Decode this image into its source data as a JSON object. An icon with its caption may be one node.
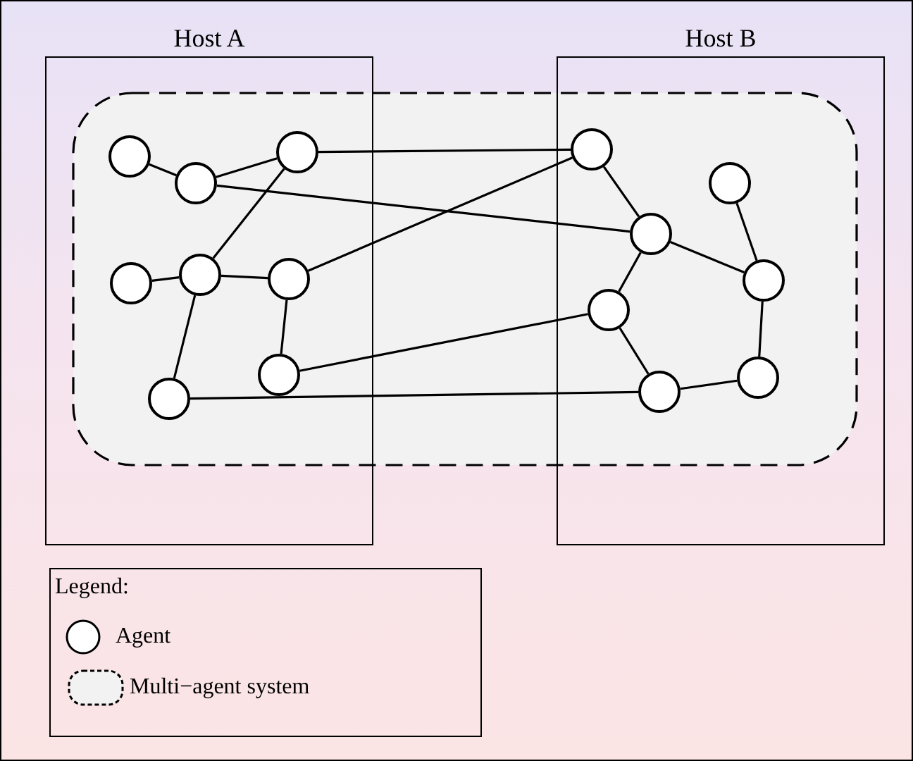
{
  "diagram": {
    "nodes": [
      {
        "text": [
          "Host A"
        ]
      },
      {
        "text": [
          "Host B"
        ]
      },
      {
        "text": [],
        "shape": "circle",
        "in": 0
      },
      {
        "text": [],
        "shape": "circle",
        "in": 0
      },
      {
        "text": [],
        "shape": "circle",
        "in": 0
      },
      {
        "text": [],
        "shape": "circle",
        "in": 0
      },
      {
        "text": [],
        "shape": "circle",
        "in": 0
      },
      {
        "text": [],
        "shape": "circle",
        "in": 0
      },
      {
        "text": [],
        "shape": "circle",
        "in": 0
      },
      {
        "text": [],
        "shape": "circle",
        "in": 0
      },
      {
        "text": [],
        "shape": "circle",
        "in": 1
      },
      {
        "text": [],
        "shape": "circle",
        "in": 1
      },
      {
        "text": [],
        "shape": "circle",
        "in": 1
      },
      {
        "text": [],
        "shape": "circle",
        "in": 1
      },
      {
        "text": [],
        "shape": "circle",
        "in": 1
      },
      {
        "text": [],
        "shape": "circle",
        "in": 1
      },
      {
        "text": [],
        "shape": "circle",
        "in": 1
      }
    ],
    "edges": [
      {
        "from": 2,
        "to": 3,
        "arrow": "none"
      },
      {
        "from": 3,
        "to": 4,
        "arrow": "none"
      },
      {
        "from": 4,
        "to": 10,
        "arrow": "none"
      },
      {
        "from": 3,
        "to": 12,
        "arrow": "none"
      },
      {
        "from": 4,
        "to": 6,
        "arrow": "none"
      },
      {
        "from": 5,
        "to": 6,
        "arrow": "none"
      },
      {
        "from": 6,
        "to": 7,
        "arrow": "none"
      },
      {
        "from": 7,
        "to": 10,
        "arrow": "none"
      },
      {
        "from": 6,
        "to": 8,
        "arrow": "none"
      },
      {
        "from": 7,
        "to": 9,
        "arrow": "none"
      },
      {
        "from": 9,
        "to": 14,
        "arrow": "none"
      },
      {
        "from": 8,
        "to": 15,
        "arrow": "none"
      },
      {
        "from": 10,
        "to": 12,
        "arrow": "none"
      },
      {
        "from": 12,
        "to": 14,
        "arrow": "none"
      },
      {
        "from": 12,
        "to": 13,
        "arrow": "none"
      },
      {
        "from": 11,
        "to": 13,
        "arrow": "none"
      },
      {
        "from": 14,
        "to": 15,
        "arrow": "none"
      },
      {
        "from": 15,
        "to": 16,
        "arrow": "none"
      },
      {
        "from": 16,
        "to": 13,
        "arrow": "none"
      }
    ],
    "labels": [
      "Legend:"
    ],
    "legend": [
      {
        "text": "Agent"
      },
      {
        "text": "Multi−agent system"
      }
    ]
  }
}
